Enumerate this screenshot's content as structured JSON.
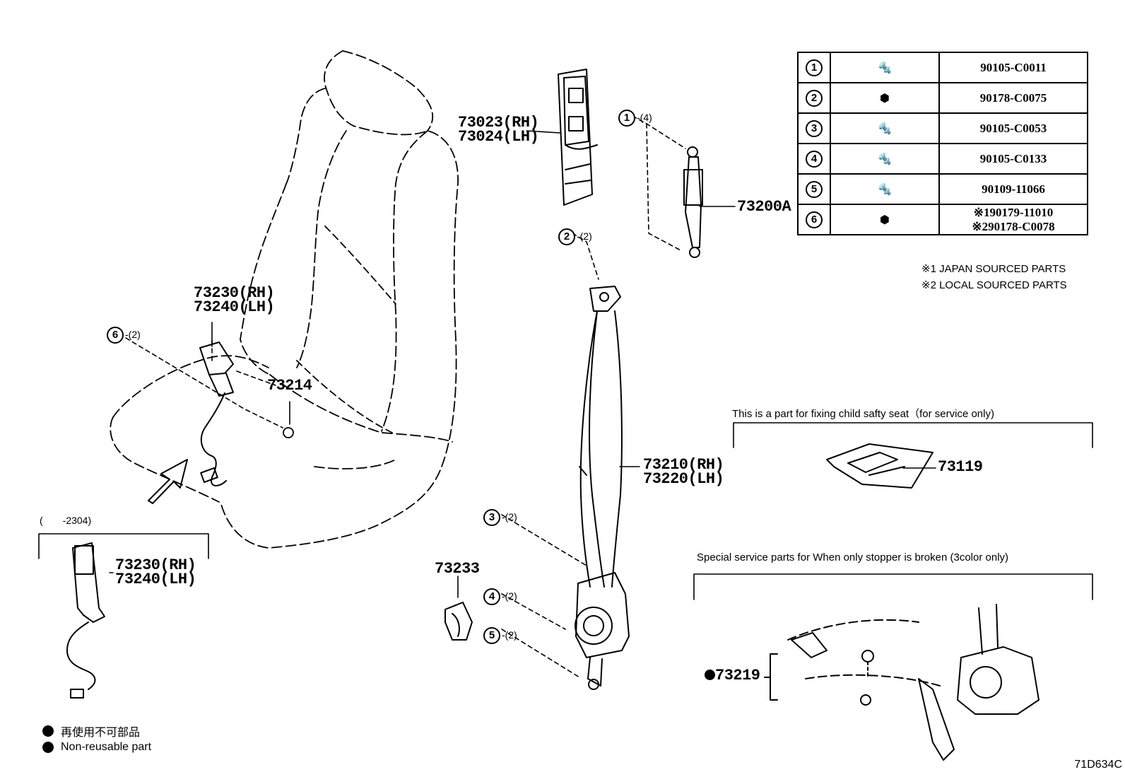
{
  "table": {
    "rows": [
      {
        "num": "1",
        "part": "90105-C0011",
        "icon": "bolt-icon"
      },
      {
        "num": "2",
        "part": "90178-C0075",
        "icon": "nut-icon"
      },
      {
        "num": "3",
        "part": "90105-C0053",
        "icon": "bolt-icon"
      },
      {
        "num": "4",
        "part": "90105-C0133",
        "icon": "bolt-icon"
      },
      {
        "num": "5",
        "part": "90109-11066",
        "icon": "stud-bolt-icon"
      },
      {
        "num": "6",
        "part_line1": "※190179-11010",
        "part_line2": "※290178-C0078",
        "icon": "nut-icon"
      }
    ],
    "note1": "※1 JAPAN SOURCED PARTS",
    "note2": "※2 LOCAL SOURCED PARTS"
  },
  "labels": {
    "p73023": "73023(RH)",
    "p73024": "73024(LH)",
    "p73200A": "73200A",
    "p73230": "73230(RH)",
    "p73240": "73240(LH)",
    "p73214": "73214",
    "p73210": "73210(RH)",
    "p73220": "73220(LH)",
    "p73233": "73233",
    "p73119": "73119",
    "p73230b": "73230(RH)",
    "p73240b": "73240(LH)",
    "p73219": "73219"
  },
  "callouts": {
    "c1": {
      "num": "1",
      "qty": "-(4)"
    },
    "c2": {
      "num": "2",
      "qty": "-(2)"
    },
    "c3": {
      "num": "3",
      "qty": "-(2)"
    },
    "c4": {
      "num": "4",
      "qty": "-(2)"
    },
    "c5": {
      "num": "5",
      "qty": "-(2)"
    },
    "c6": {
      "num": "6",
      "qty": "-(2)"
    }
  },
  "notes": {
    "child_seat": "This is a part for fixing child safty seat（for service only)",
    "stopper": "Special service parts for When only stopper is broken (3color only)",
    "date_range": "(　　-2304)"
  },
  "legend": {
    "jp": "再使用不可部品",
    "en": "Non-reusable part"
  },
  "diagram_code": "71D634C"
}
